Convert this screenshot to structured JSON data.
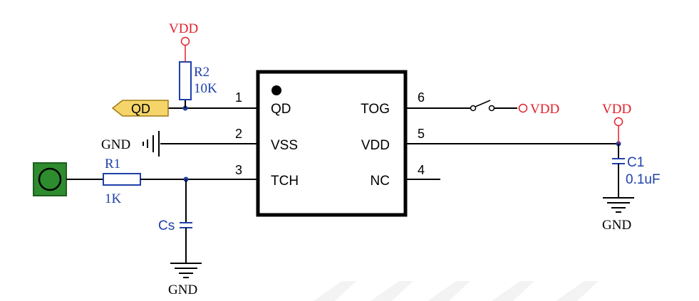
{
  "colors": {
    "power": "#e0202a",
    "component": "#1f3fa8",
    "wire": "#000000",
    "port_fill": "#f5d56a",
    "touch_pad": "#2e8b2e"
  },
  "chip": {
    "pins_left": [
      {
        "number": "1",
        "name": "QD"
      },
      {
        "number": "2",
        "name": "VSS"
      },
      {
        "number": "3",
        "name": "TCH"
      }
    ],
    "pins_right": [
      {
        "number": "6",
        "name": "TOG"
      },
      {
        "number": "5",
        "name": "VDD"
      },
      {
        "number": "4",
        "name": "NC"
      }
    ]
  },
  "components": {
    "r2": {
      "designator": "R2",
      "value": "10K"
    },
    "r1": {
      "designator": "R1",
      "value": "1K"
    },
    "c1": {
      "designator": "C1",
      "value": "0.1uF"
    },
    "cs": {
      "designator": "Cs"
    }
  },
  "ports": {
    "qd": "QD"
  },
  "power_labels": {
    "vdd_top": "VDD",
    "vdd_switch": "VDD",
    "vdd_c1": "VDD",
    "gnd_vss": "GND",
    "gnd_cs": "GND",
    "gnd_c1": "GND"
  }
}
